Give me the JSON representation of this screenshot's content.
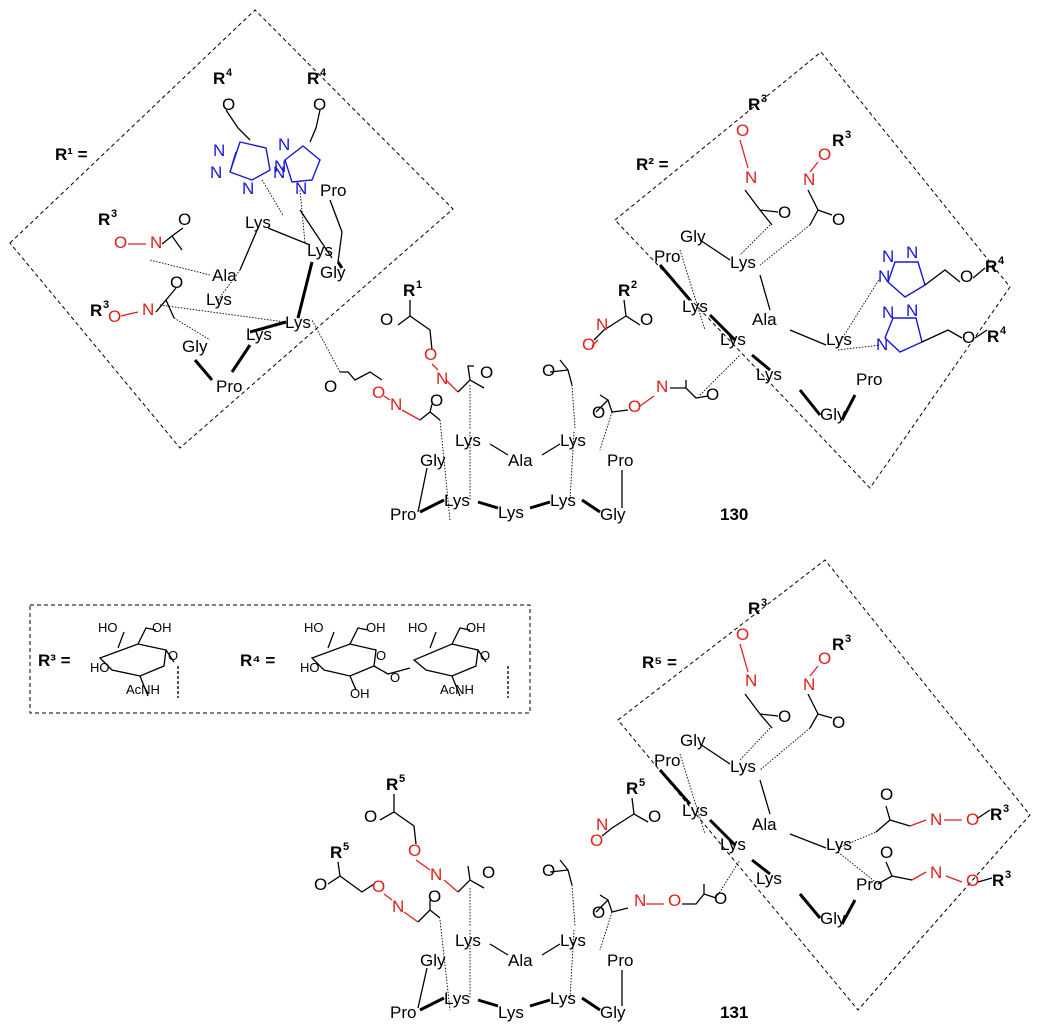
{
  "labels": {
    "r1_def": "R¹ =",
    "r2_def": "R² =",
    "r3_def": "R³ =",
    "r4_def": "R⁴ =",
    "r5_def": "R⁵ =",
    "compound_130": "130",
    "compound_131": "131"
  },
  "atoms": {
    "lys": "Lys",
    "ala": "Ala",
    "pro": "Pro",
    "gly": "Gly",
    "o": "O",
    "n": "N",
    "ho": "HO",
    "oh": "OH",
    "acnh": "AcNH",
    "r": "R",
    "sup1": "1",
    "sup2": "2",
    "sup3": "3",
    "sup4": "4",
    "sup5": "5"
  },
  "colors": {
    "oxime": "#e0201b",
    "triazole": "#1818d8",
    "bond": "#000000"
  }
}
